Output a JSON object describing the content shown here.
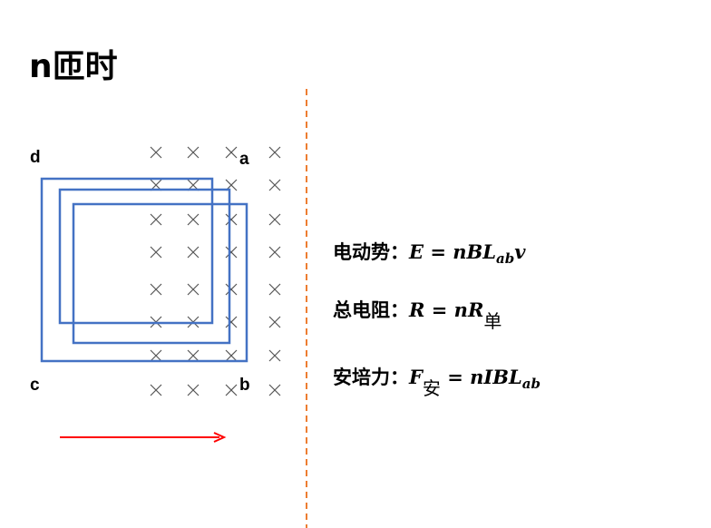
{
  "title": "n匝时",
  "labels": {
    "a": "a",
    "b": "b",
    "c": "c",
    "d": "d"
  },
  "colors": {
    "coil": "#4472C4",
    "arrow": "#FF0000",
    "divider": "#ED7D31",
    "cross": "#555555"
  },
  "equations": [
    {
      "label": "电动势：",
      "lhs": "E",
      "rhs": "= nBL",
      "sub": "ab",
      "tail": "v"
    },
    {
      "label": "总电阻：",
      "lhs": "R",
      "rhs": "= nR",
      "subcn": "单"
    },
    {
      "label": "安培力：",
      "lhs": "F",
      "subcn": "安",
      "rhs": "= nIBL",
      "sub": "ab"
    }
  ]
}
